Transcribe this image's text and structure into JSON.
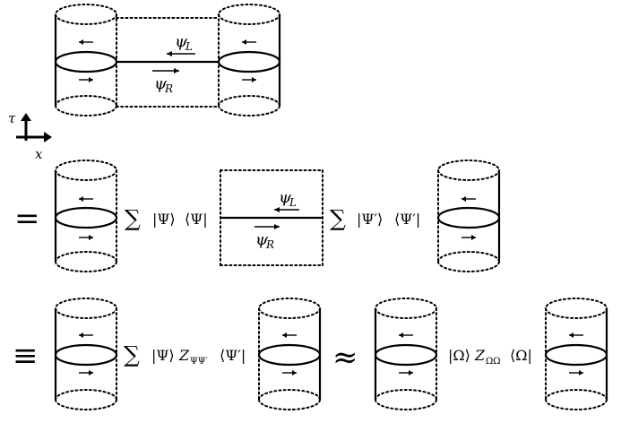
{
  "axes": {
    "tau": "τ",
    "x": "x"
  },
  "row1": {
    "psi_L": "ψ",
    "psi_L_sub": "L",
    "psi_R": "ψ",
    "psi_R_sub": "R"
  },
  "row2": {
    "lhs_symbol": "=",
    "sum1_sigma": "∑",
    "sum1_ket": "|Ψ⟩",
    "sum1_bra": "⟨Ψ|",
    "psi_L": "ψ",
    "psi_L_sub": "L",
    "psi_R": "ψ",
    "psi_R_sub": "R",
    "sum2_sigma": "∑",
    "sum2_ket": "|Ψ′⟩",
    "sum2_bra": "⟨Ψ′|"
  },
  "row3": {
    "lhs_symbol": "≡",
    "sigma": "∑",
    "ket": "|Ψ⟩",
    "Z": "Z",
    "Z_sub": "ΨΨ′",
    "bra": "⟨Ψ′|",
    "approx_symbol": "≈",
    "omega_ket": "|Ω⟩",
    "Z2": "Z",
    "Z2_sub": "ΩΩ",
    "omega_bra": "⟨Ω|"
  }
}
